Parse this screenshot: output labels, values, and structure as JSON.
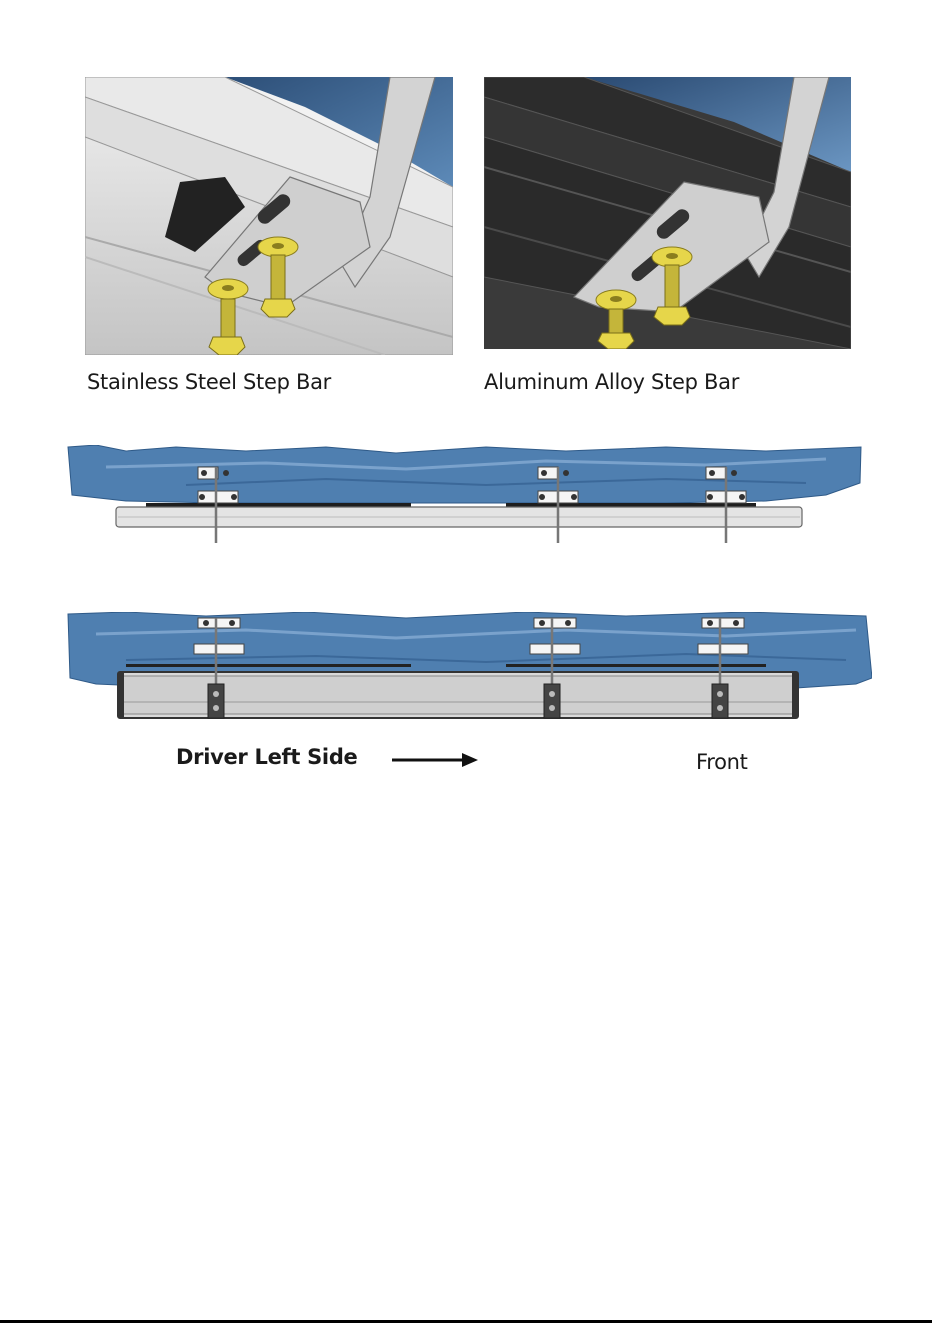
{
  "panels": {
    "left_caption": "Stainless Steel Step Bar",
    "right_caption": "Aluminum Alloy Step Bar"
  },
  "orientation": {
    "side_label": "Driver Left Side",
    "front_label": "Front"
  },
  "colors": {
    "body_blue": "#4f7fb0",
    "steel_light": "#d6d6d6",
    "aluminum_dark": "#2b2b2b",
    "bolt_yellow": "#e6d64a",
    "bracket_gray": "#c9c9c9"
  },
  "icons": {
    "direction_arrow": "arrow-right-icon"
  }
}
